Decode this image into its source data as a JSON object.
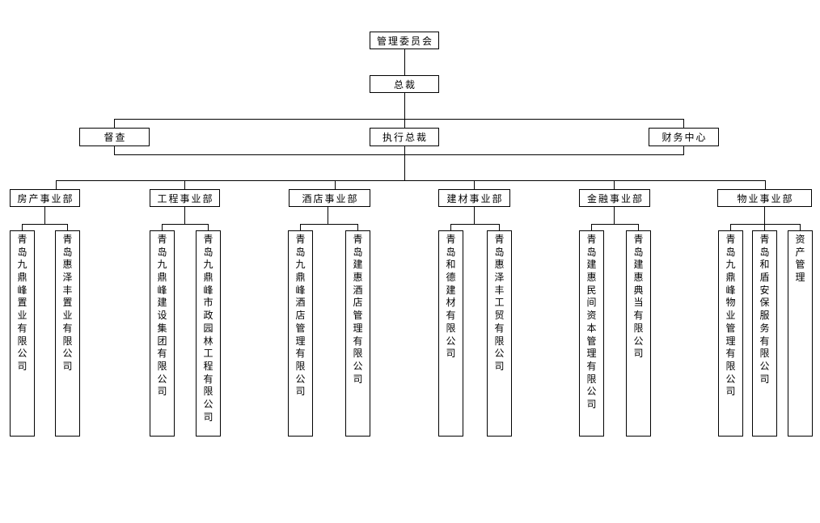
{
  "org": {
    "level1": {
      "label": "管理委员会"
    },
    "level2": {
      "label": "总裁"
    },
    "level3": {
      "supervision": "督查",
      "executive": "执行总裁",
      "finance": "财务中心"
    },
    "departments": [
      {
        "label": "房产事业部",
        "companies": [
          {
            "name": "青岛九鼎峰置业有限公司"
          },
          {
            "name": "青岛惠泽丰置业有限公司"
          }
        ]
      },
      {
        "label": "工程事业部",
        "companies": [
          {
            "name": "青岛九鼎峰建设集团有限公司"
          },
          {
            "name": "青岛九鼎峰市政园林工程有限公司"
          }
        ]
      },
      {
        "label": "酒店事业部",
        "companies": [
          {
            "name": "青岛九鼎峰酒店管理有限公司"
          },
          {
            "name": "青岛建惠酒店管理有限公司"
          }
        ]
      },
      {
        "label": "建材事业部",
        "companies": [
          {
            "name": "青岛和德建材有限公司"
          },
          {
            "name": "青岛惠泽丰工贸有限公司"
          }
        ]
      },
      {
        "label": "金融事业部",
        "companies": [
          {
            "name": "青岛建惠民间资本管理有限公司"
          },
          {
            "name": "青岛建惠典当有限公司"
          }
        ]
      },
      {
        "label": "物业事业部",
        "companies": [
          {
            "name": "青岛九鼎峰物业管理有限公司"
          },
          {
            "name": "青岛和盾安保服务有限公司"
          },
          {
            "name": "资产管理"
          }
        ]
      }
    ],
    "colors": {
      "background": "#ffffff",
      "line": "#000000",
      "text": "#000000"
    }
  }
}
